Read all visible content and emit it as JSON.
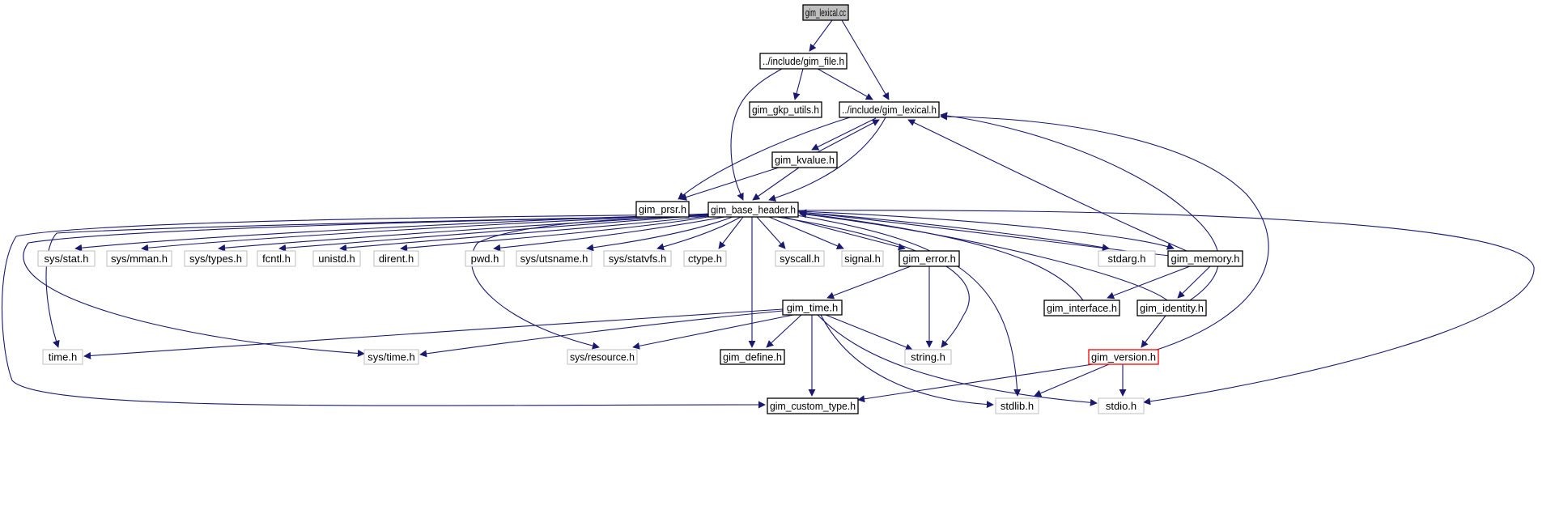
{
  "colors": {
    "edge": "#191970",
    "border_internal": "#000000",
    "border_system": "#bfbfbf",
    "border_highlight": "#ff0000",
    "fill_root": "#bfbfbf",
    "fill_default": "#ffffff"
  },
  "nodes": [
    {
      "id": "lexical_cc",
      "label": "gim_lexical.cc",
      "kind": "root"
    },
    {
      "id": "inc_file",
      "label": "../include/gim_file.h",
      "kind": "internal"
    },
    {
      "id": "gkp_utils",
      "label": "gim_gkp_utils.h",
      "kind": "internal"
    },
    {
      "id": "inc_lexical",
      "label": "../include/gim_lexical.h",
      "kind": "internal"
    },
    {
      "id": "kvalue",
      "label": "gim_kvalue.h",
      "kind": "internal"
    },
    {
      "id": "prsr",
      "label": "gim_prsr.h",
      "kind": "internal"
    },
    {
      "id": "base_header",
      "label": "gim_base_header.h",
      "kind": "internal"
    },
    {
      "id": "sys_stat",
      "label": "sys/stat.h",
      "kind": "system"
    },
    {
      "id": "sys_mman",
      "label": "sys/mman.h",
      "kind": "system"
    },
    {
      "id": "sys_types",
      "label": "sys/types.h",
      "kind": "system"
    },
    {
      "id": "fcntl",
      "label": "fcntl.h",
      "kind": "system"
    },
    {
      "id": "unistd",
      "label": "unistd.h",
      "kind": "system"
    },
    {
      "id": "dirent",
      "label": "dirent.h",
      "kind": "system"
    },
    {
      "id": "pwd",
      "label": "pwd.h",
      "kind": "system"
    },
    {
      "id": "utsname",
      "label": "sys/utsname.h",
      "kind": "system"
    },
    {
      "id": "statvfs",
      "label": "sys/statvfs.h",
      "kind": "system"
    },
    {
      "id": "ctype",
      "label": "ctype.h",
      "kind": "system"
    },
    {
      "id": "syscall",
      "label": "syscall.h",
      "kind": "system"
    },
    {
      "id": "signal",
      "label": "signal.h",
      "kind": "system"
    },
    {
      "id": "error",
      "label": "gim_error.h",
      "kind": "internal"
    },
    {
      "id": "stdarg",
      "label": "stdarg.h",
      "kind": "system"
    },
    {
      "id": "memory",
      "label": "gim_memory.h",
      "kind": "internal"
    },
    {
      "id": "time_h",
      "label": "gim_time.h",
      "kind": "internal"
    },
    {
      "id": "interface",
      "label": "gim_interface.h",
      "kind": "internal"
    },
    {
      "id": "identity",
      "label": "gim_identity.h",
      "kind": "internal"
    },
    {
      "id": "ctime",
      "label": "time.h",
      "kind": "system"
    },
    {
      "id": "sys_time",
      "label": "sys/time.h",
      "kind": "system"
    },
    {
      "id": "resource",
      "label": "sys/resource.h",
      "kind": "system"
    },
    {
      "id": "define",
      "label": "gim_define.h",
      "kind": "internal"
    },
    {
      "id": "string",
      "label": "string.h",
      "kind": "system"
    },
    {
      "id": "version",
      "label": "gim_version.h",
      "kind": "highlight"
    },
    {
      "id": "custom_type",
      "label": "gim_custom_type.h",
      "kind": "internal"
    },
    {
      "id": "stdlib",
      "label": "stdlib.h",
      "kind": "system"
    },
    {
      "id": "stdio",
      "label": "stdio.h",
      "kind": "system"
    }
  ],
  "edges": [
    [
      "lexical_cc",
      "inc_file"
    ],
    [
      "lexical_cc",
      "inc_lexical"
    ],
    [
      "inc_file",
      "gkp_utils"
    ],
    [
      "inc_file",
      "inc_lexical"
    ],
    [
      "inc_file",
      "base_header"
    ],
    [
      "inc_lexical",
      "kvalue"
    ],
    [
      "inc_lexical",
      "prsr"
    ],
    [
      "inc_lexical",
      "base_header"
    ],
    [
      "kvalue",
      "inc_lexical"
    ],
    [
      "kvalue",
      "prsr"
    ],
    [
      "kvalue",
      "base_header"
    ],
    [
      "base_header",
      "sys_stat"
    ],
    [
      "base_header",
      "sys_mman"
    ],
    [
      "base_header",
      "sys_types"
    ],
    [
      "base_header",
      "fcntl"
    ],
    [
      "base_header",
      "unistd"
    ],
    [
      "base_header",
      "dirent"
    ],
    [
      "base_header",
      "pwd"
    ],
    [
      "base_header",
      "utsname"
    ],
    [
      "base_header",
      "statvfs"
    ],
    [
      "base_header",
      "ctype"
    ],
    [
      "base_header",
      "syscall"
    ],
    [
      "base_header",
      "signal"
    ],
    [
      "base_header",
      "error"
    ],
    [
      "base_header",
      "stdarg"
    ],
    [
      "base_header",
      "memory"
    ],
    [
      "base_header",
      "ctime"
    ],
    [
      "base_header",
      "sys_time"
    ],
    [
      "base_header",
      "resource"
    ],
    [
      "base_header",
      "define"
    ],
    [
      "base_header",
      "string"
    ],
    [
      "base_header",
      "custom_type"
    ],
    [
      "base_header",
      "stdlib"
    ],
    [
      "base_header",
      "stdio"
    ],
    [
      "error",
      "time_h"
    ],
    [
      "error",
      "string"
    ],
    [
      "memory",
      "inc_lexical"
    ],
    [
      "memory",
      "base_header"
    ],
    [
      "memory",
      "interface"
    ],
    [
      "memory",
      "identity"
    ],
    [
      "interface",
      "base_header"
    ],
    [
      "identity",
      "inc_lexical"
    ],
    [
      "identity",
      "base_header"
    ],
    [
      "identity",
      "version"
    ],
    [
      "time_h",
      "ctime"
    ],
    [
      "time_h",
      "sys_time"
    ],
    [
      "time_h",
      "resource"
    ],
    [
      "time_h",
      "define"
    ],
    [
      "time_h",
      "custom_type"
    ],
    [
      "time_h",
      "string"
    ],
    [
      "time_h",
      "stdlib"
    ],
    [
      "time_h",
      "stdio"
    ],
    [
      "version",
      "inc_lexical"
    ],
    [
      "version",
      "custom_type"
    ],
    [
      "version",
      "stdlib"
    ],
    [
      "version",
      "stdio"
    ]
  ]
}
